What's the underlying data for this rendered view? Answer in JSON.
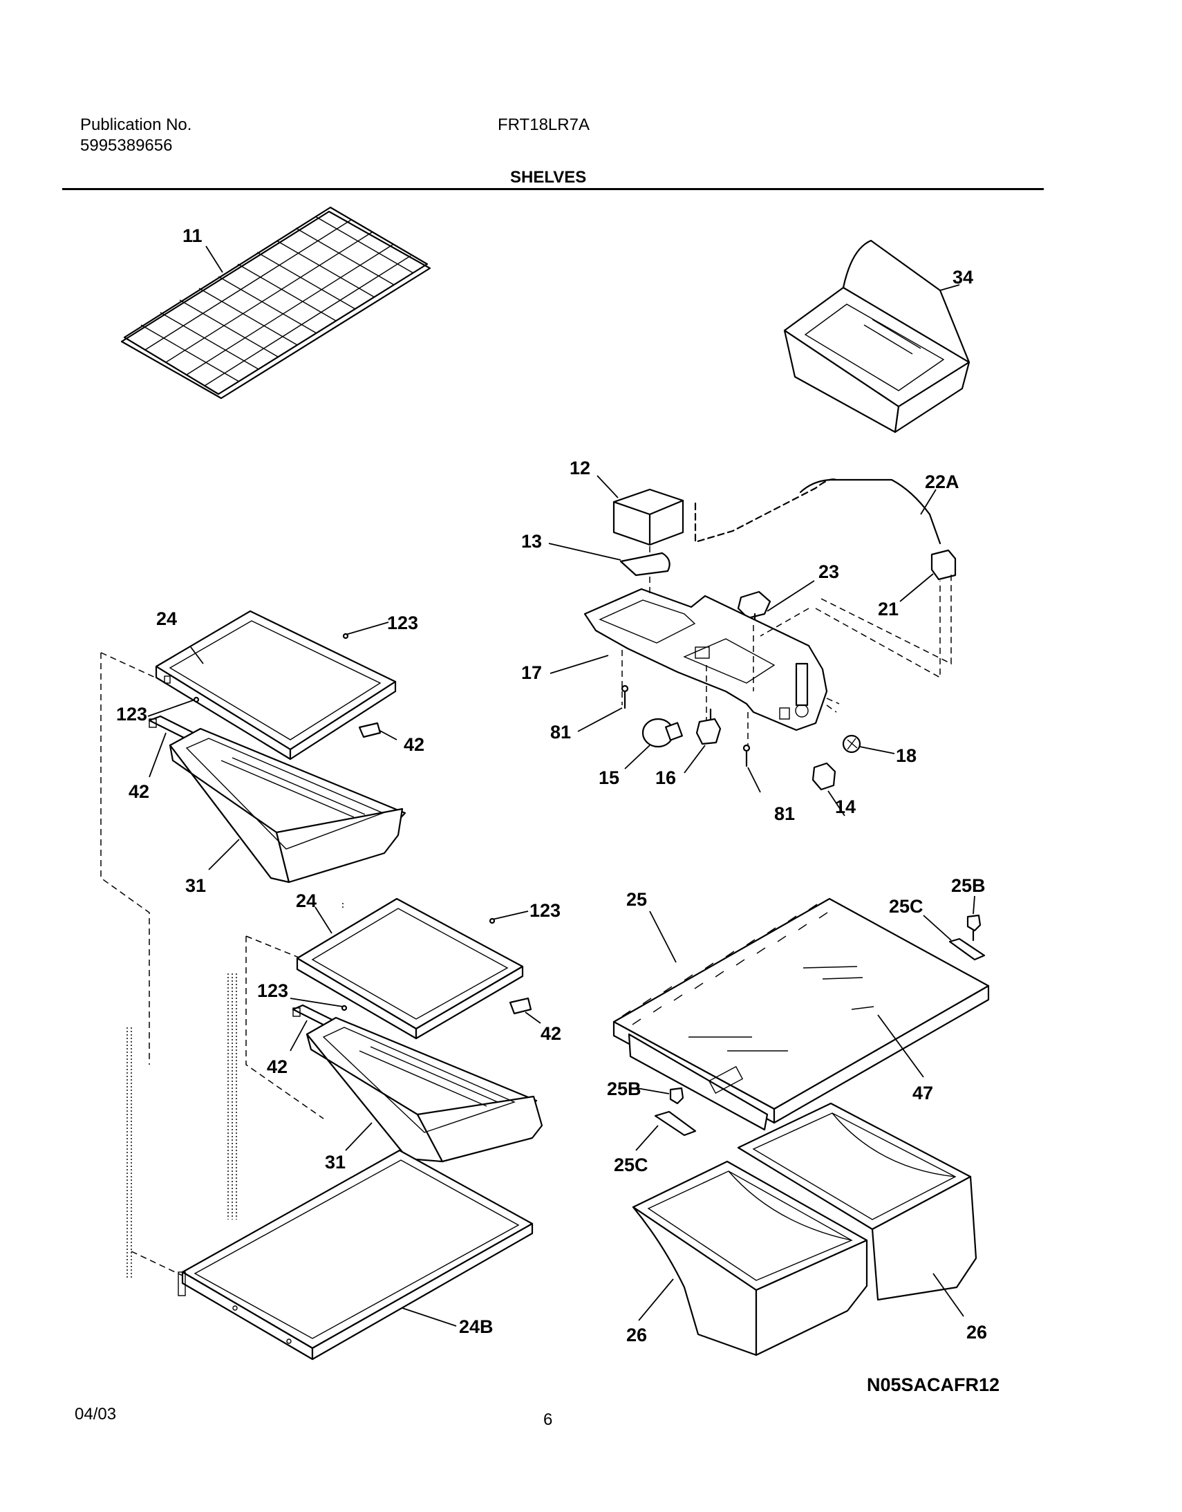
{
  "header": {
    "publication_label": "Publication No.",
    "publication_number": "5995389656",
    "model": "FRT18LR7A",
    "section_title": "SHELVES"
  },
  "diagram_code": "N05SACAFR12",
  "footer": {
    "date": "04/03",
    "page_number": "6"
  },
  "part_labels": {
    "wire_shelf": "11",
    "dairy_bin": "34",
    "light_socket_cover": "12",
    "light_shield": "13",
    "wire_harness": "22A",
    "control_knob": "23",
    "housing_connector": "21",
    "control_housing": "17",
    "screw_left": "81",
    "screw_right": "81",
    "light_bulb": "15",
    "socket": "16",
    "switch": "14",
    "thermostat_knob": "18",
    "upper_shelf_frame": "24",
    "upper_shelf_screw": "123",
    "upper_slide_screw": "123",
    "upper_slide_right": "42",
    "upper_slide_left": "42",
    "upper_pan": "31",
    "lower_shelf_frame": "24",
    "lower_shelf_screw": "123",
    "lower_slide_screw": "123",
    "lower_slide_right": "42",
    "lower_slide_left": "42",
    "lower_pan": "31",
    "bottom_shelf": "24B",
    "crisper_cover": "25",
    "cover_pin_top": "25B",
    "cover_bracket_top": "25C",
    "cover_pin_bottom": "25B",
    "cover_bracket_bottom": "25C",
    "cover_glass": "47",
    "crisper_left": "26",
    "crisper_right": "26"
  }
}
